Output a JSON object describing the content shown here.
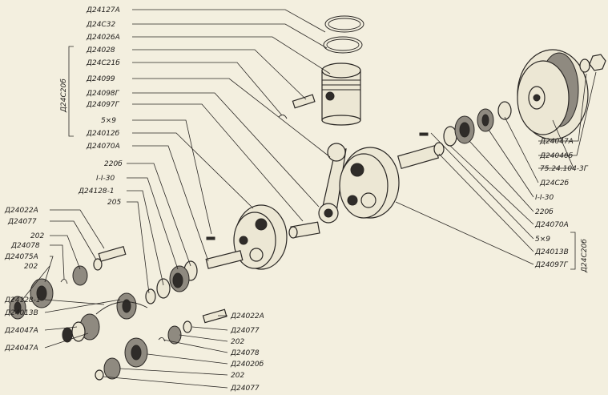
{
  "labels": {
    "top_left": [
      "Д24127А",
      "Д24С32",
      "Д24026А",
      "Д24028",
      "Д24С21б",
      "Д24099",
      "Д24098Г",
      "Д24097Г",
      "5×9",
      "Д24012б",
      "Д24070А"
    ],
    "left_group_bracket": "Д24С20б",
    "left_mid": [
      "220б",
      "I-I-30",
      "Д24128-1",
      "205"
    ],
    "left_low": [
      "Д24022А",
      "Д24077",
      "202",
      "Д24078",
      "Д24075А",
      "202"
    ],
    "left_bottom": [
      "Д24128-1",
      "Д24013В",
      "Д24047А",
      "Д24047А"
    ],
    "bottom_center": [
      "Д24022А",
      "Д24077",
      "202",
      "Д24078",
      "Д24020б",
      "202",
      "Д24077"
    ],
    "right_top": [
      "Д24047А",
      "Д24046б",
      "75.24.104-3Г",
      "Д24С2б"
    ],
    "right_mid": [
      "I-I-30",
      "220б",
      "Д24070А",
      "5×9",
      "Д24013В",
      "Д24097Г"
    ],
    "right_group_bracket": "Д24С20б"
  }
}
